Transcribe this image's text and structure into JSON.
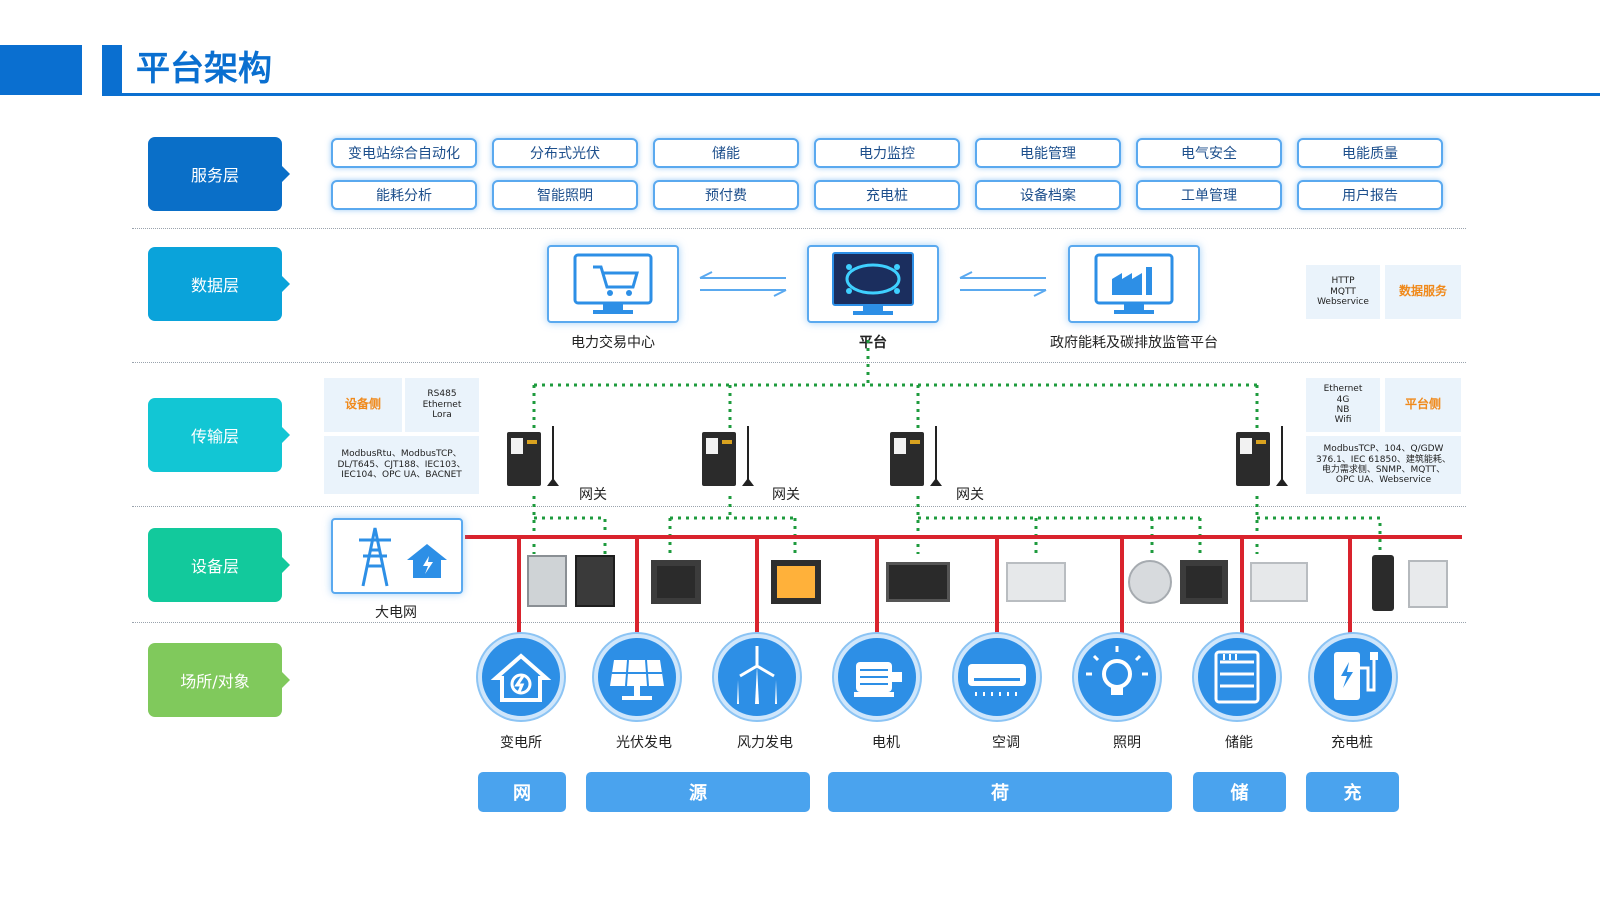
{
  "header": {
    "title": "平台架构"
  },
  "layers": [
    {
      "label": "服务层",
      "color": "#0a6fc8"
    },
    {
      "label": "数据层",
      "color": "#0aa3da"
    },
    {
      "label": "传输层",
      "color": "#12c6d4"
    },
    {
      "label": "设备层",
      "color": "#12c99c"
    },
    {
      "label": "场所/对象",
      "color": "#80c95c"
    }
  ],
  "services": [
    [
      "变电站综合自动化",
      "分布式光伏",
      "储能",
      "电力监控",
      "电能管理",
      "电气安全",
      "电能质量"
    ],
    [
      "能耗分析",
      "智能照明",
      "预付费",
      "充电桩",
      "设备档案",
      "工单管理",
      "用户报告"
    ]
  ],
  "data_layer": {
    "left": "电力交易中心",
    "center": "平台",
    "right": "政府能耗及碳排放监管平台",
    "protocols": "HTTP\nMQTT\nWebservice",
    "service_label": "数据服务"
  },
  "transport": {
    "device_side": "设备侧",
    "device_links": "RS485\nEthernet\nLora",
    "device_protocols": "ModbusRtu、ModbusTCP、\nDL/T645、CJT188、IEC103、\nIEC104、OPC UA、BACNET",
    "platform_links": "Ethernet\n4G\nNB\nWifi",
    "platform_side": "平台侧",
    "platform_protocols": "ModbusTCP、104、Q/GDW\n376.1、IEC 61850、建筑能耗、\n电力需求侧、SNMP、MQTT、\nOPC UA、Webservice",
    "gateway_label": "网关"
  },
  "device_layer": {
    "grid_label": "大电网"
  },
  "objects": [
    "变电所",
    "光伏发电",
    "风力发电",
    "电机",
    "空调",
    "照明",
    "储能",
    "充电桩"
  ],
  "categories": [
    "网",
    "源",
    "荷",
    "储",
    "充"
  ],
  "colors": {
    "accent": "#0a6fd0",
    "bus": "#d9232d",
    "link": "#1e9b3d",
    "box_border": "#5aa9ef"
  }
}
